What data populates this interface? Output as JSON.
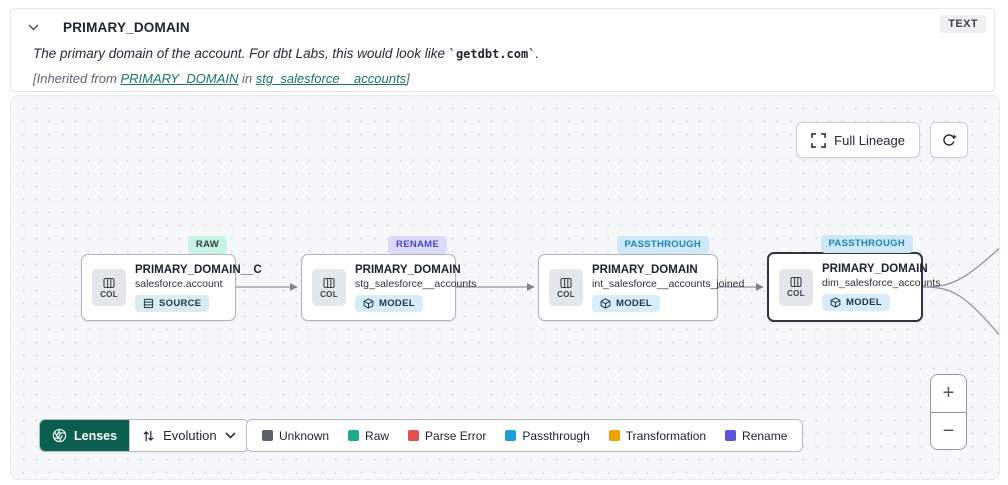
{
  "panel": {
    "title": "PRIMARY_DOMAIN",
    "type_badge": "TEXT",
    "description": {
      "prefix": "The primary domain of the account. For dbt Labs, this would look like ",
      "code": "`getdbt.com`",
      "suffix": "."
    },
    "inherited": {
      "prefix": "[Inherited from ",
      "column_link": "PRIMARY_DOMAIN",
      "middle": " in ",
      "model_link": "stg_salesforce__accounts",
      "suffix": "]"
    }
  },
  "toolbar": {
    "full_lineage": "Full Lineage"
  },
  "graph": {
    "col_label": "COL",
    "nodes": [
      {
        "title": "PRIMARY_DOMAIN__C",
        "subtitle": "salesforce.account",
        "resource_type": "SOURCE",
        "status_badge": "RAW",
        "badge_bg": "#c7f3e2",
        "badge_fg": "#31424c"
      },
      {
        "title": "PRIMARY_DOMAIN",
        "subtitle": "stg_salesforce__accounts",
        "resource_type": "MODEL",
        "status_badge": "RENAME",
        "badge_bg": "#dcdaf9",
        "badge_fg": "#4c45c9"
      },
      {
        "title": "PRIMARY_DOMAIN",
        "subtitle": "int_salesforce__accounts_joined",
        "resource_type": "MODEL",
        "status_badge": "PASSTHROUGH",
        "badge_bg": "#cfe8f8",
        "badge_fg": "#1e84b8"
      },
      {
        "title": "PRIMARY_DOMAIN",
        "subtitle": "dim_salesforce_accounts",
        "resource_type": "MODEL",
        "status_badge": "PASSTHROUGH",
        "badge_bg": "#cfe8f8",
        "badge_fg": "#1e84b8"
      }
    ]
  },
  "lenses": {
    "button_label": "Lenses",
    "selected_lens": "Evolution"
  },
  "legend": {
    "items": [
      {
        "label": "Unknown",
        "color": "#5b6166"
      },
      {
        "label": "Raw",
        "color": "#1cab8f"
      },
      {
        "label": "Parse Error",
        "color": "#e25050"
      },
      {
        "label": "Passthrough",
        "color": "#1d9ed6"
      },
      {
        "label": "Transformation",
        "color": "#f0a202"
      },
      {
        "label": "Rename",
        "color": "#5a55dc"
      }
    ]
  },
  "zoom_controls": {
    "zoom_in": "+",
    "zoom_out": "−"
  }
}
